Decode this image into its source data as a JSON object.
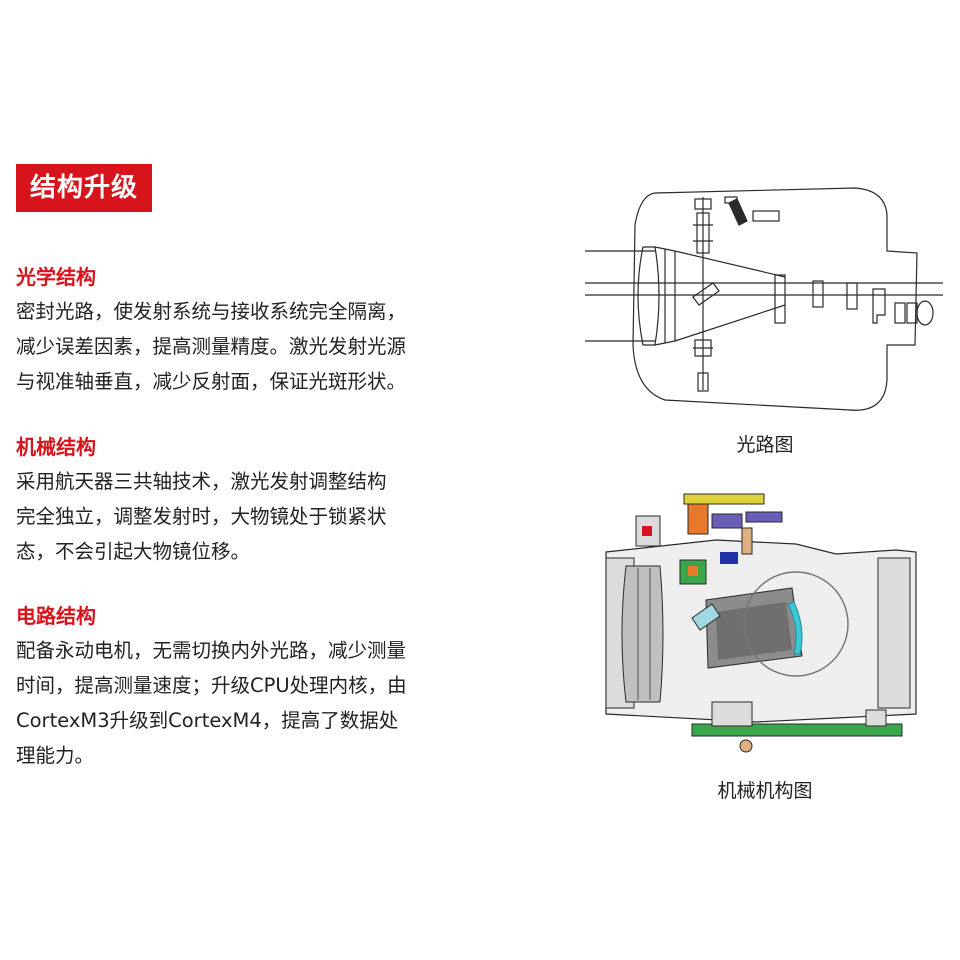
{
  "badge": {
    "label": "结构升级"
  },
  "sections": [
    {
      "title": "光学结构",
      "lines": [
        "密封光路，使发射系统与接收系统完全隔离，",
        "减少误差因素，提高测量精度。激光发射光源",
        "与视准轴垂直，减少反射面，保证光斑形状。"
      ]
    },
    {
      "title": "机械结构",
      "lines": [
        "采用航天器三共轴技术，激光发射调整结构",
        "完全独立，调整发射时，大物镜处于锁紧状",
        "态，不会引起大物镜位移。"
      ]
    },
    {
      "title": "电路结构",
      "lines": [
        "配备永动电机，无需切换内外光路，减少测量",
        "时间，提高测量速度；升级CPU处理内核，由",
        "CortexM3升级到CortexM4，提高了数据处",
        "理能力。"
      ]
    }
  ],
  "figures": {
    "optical_caption": "光路图",
    "mechanical_caption": "机械机构图"
  },
  "colors": {
    "accent_red": "#d7141c",
    "text": "#222222",
    "diagram_line": "#2a2a2a",
    "pcb_green": "#3aa84a",
    "lens_cyan": "#3cc6d6",
    "part_orange": "#e8782a",
    "part_purple": "#6a5fb8",
    "housing_gray": "#9a9a9a"
  }
}
